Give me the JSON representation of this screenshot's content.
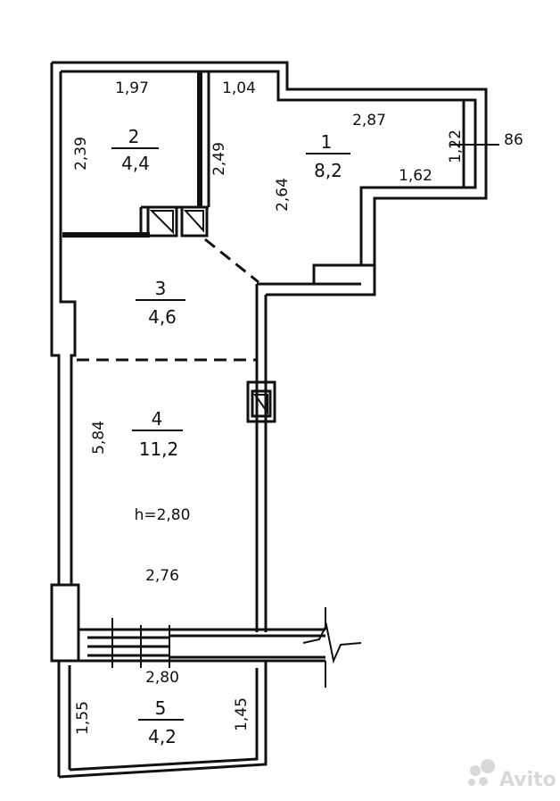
{
  "rooms": [
    {
      "number": "2",
      "area": "4,4"
    },
    {
      "number": "1",
      "area": "8,2"
    },
    {
      "number": "3",
      "area": "4,6"
    },
    {
      "number": "4",
      "area": "11,2"
    },
    {
      "number": "5",
      "area": "4,2"
    }
  ],
  "dimensions": {
    "d_1_97": "1,97",
    "d_2_39": "2,39",
    "d_2_49": "2,49",
    "d_1_04": "1,04",
    "d_2_87": "2,87",
    "d_1_22": "1,22",
    "d_86": "86",
    "d_1_62": "1,62",
    "d_2_64": "2,64",
    "d_5_84": "5,84",
    "d_height": "h=2,80",
    "d_2_76": "2,76",
    "d_2_80": "2,80",
    "d_1_55": "1,55",
    "d_1_45": "1,45"
  },
  "watermark": "Avito"
}
